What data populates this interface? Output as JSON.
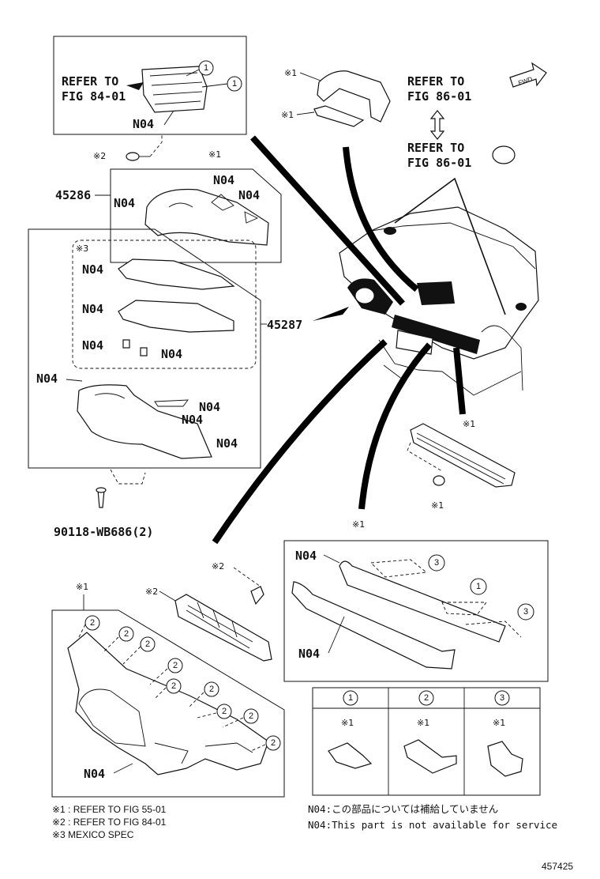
{
  "refs": {
    "top_left": [
      "REFER TO",
      "FIG 84-01"
    ],
    "top_right_1": [
      "REFER TO",
      "FIG 86-01"
    ],
    "top_right_2": [
      "REFER TO",
      "FIG 86-01"
    ],
    "fwd": "FWD"
  },
  "codes": {
    "n04": "N04",
    "part_45286": "45286",
    "part_45287": "45287",
    "screw": "90118-WB686(2)",
    "note1": "※1",
    "note2": "※2",
    "note3": "※3"
  },
  "callouts": {
    "c1": "1",
    "c2": "2",
    "c3": "3"
  },
  "notes": {
    "n1": "※1 : REFER TO FIG 55-01",
    "n2": "※2 : REFER TO FIG 84-01",
    "n3": "※3  MEXICO SPEC",
    "n4_jp": "N04:この部品については補給していません",
    "n4_en": "N04:This part is not available for service"
  },
  "figure_number": "457425"
}
